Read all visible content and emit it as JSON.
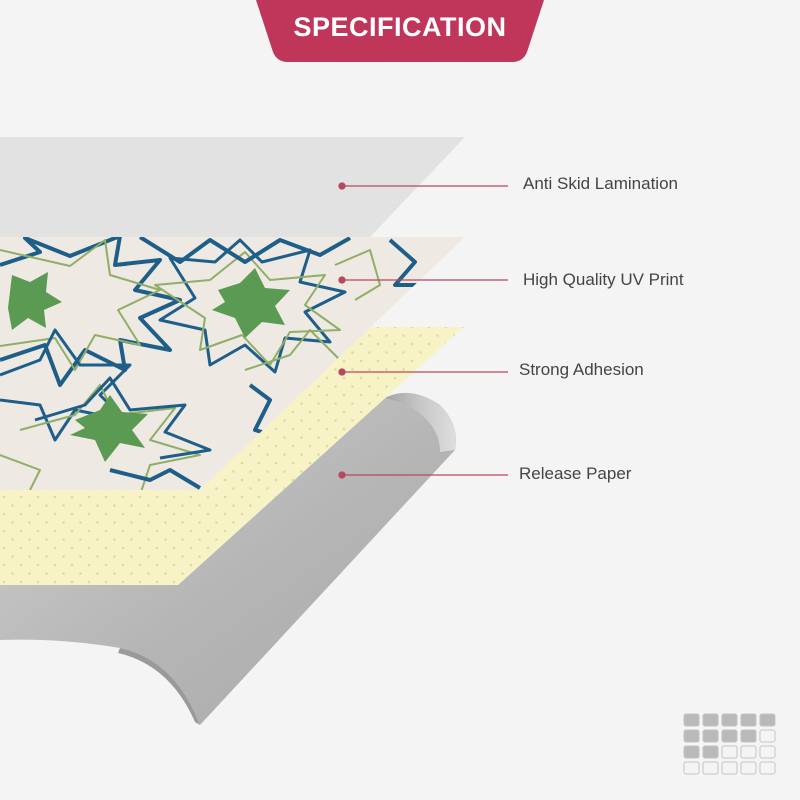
{
  "header": {
    "title": "SPECIFICATION"
  },
  "layers": [
    {
      "label": "Anti Skid Lamination"
    },
    {
      "label": "High Quality UV Print"
    },
    {
      "label": "Strong Adhesion"
    },
    {
      "label": "Release Paper"
    }
  ],
  "colors": {
    "banner": "#c0365a",
    "callout": "#b8485e",
    "lamination": "#dcdcdc",
    "print_base": "#efe9e4",
    "adhesion": "#f7f3c6",
    "release_paper": "#b9b9b9"
  },
  "icons": {
    "corner": "grid-logo-icon"
  }
}
